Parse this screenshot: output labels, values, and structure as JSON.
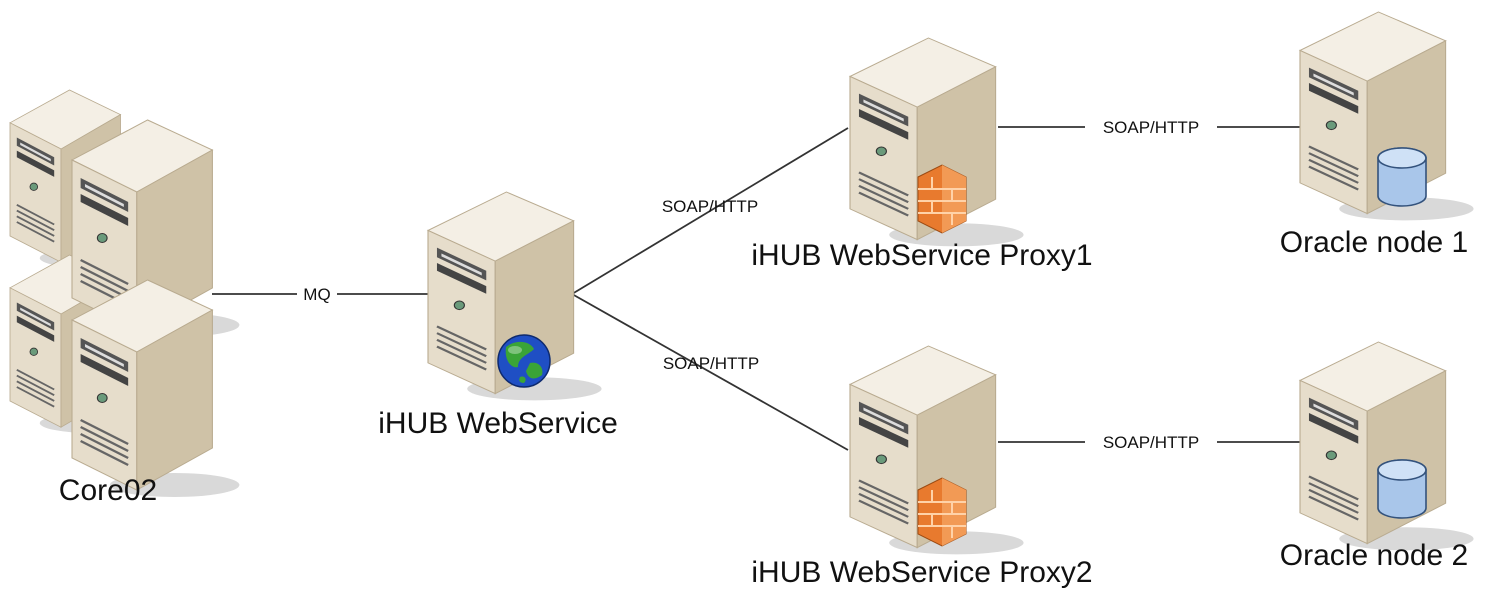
{
  "nodes": [
    {
      "id": "core02",
      "label": "Core02",
      "type": "server-cluster"
    },
    {
      "id": "ihub",
      "label": "iHUB WebService",
      "type": "web-server"
    },
    {
      "id": "proxy1",
      "label": "iHUB WebService Proxy1",
      "type": "firewall-server"
    },
    {
      "id": "proxy2",
      "label": "iHUB WebService Proxy2",
      "type": "firewall-server"
    },
    {
      "id": "oracle1",
      "label": "Oracle node 1",
      "type": "database-server"
    },
    {
      "id": "oracle2",
      "label": "Oracle node 2",
      "type": "database-server"
    }
  ],
  "edges": [
    {
      "from": "core02",
      "to": "ihub",
      "label": "MQ"
    },
    {
      "from": "ihub",
      "to": "proxy1",
      "label": "SOAP/HTTP"
    },
    {
      "from": "ihub",
      "to": "proxy2",
      "label": "SOAP/HTTP"
    },
    {
      "from": "proxy1",
      "to": "oracle1",
      "label": "SOAP/HTTP"
    },
    {
      "from": "proxy2",
      "to": "oracle2",
      "label": "SOAP/HTTP"
    }
  ],
  "colors": {
    "server_front": "#e4dbc9",
    "server_side": "#c2b49a",
    "server_top": "#f3eee4",
    "shadow": "#d6d6d6",
    "firewall": "#e8762a",
    "database": "#a9c6ea",
    "globe_ocean": "#1f4fc4",
    "globe_land": "#3aa437"
  },
  "icons": {
    "server": "server-tower-icon",
    "firewall": "firewall-icon",
    "database": "database-cylinder-icon",
    "globe": "globe-icon"
  }
}
